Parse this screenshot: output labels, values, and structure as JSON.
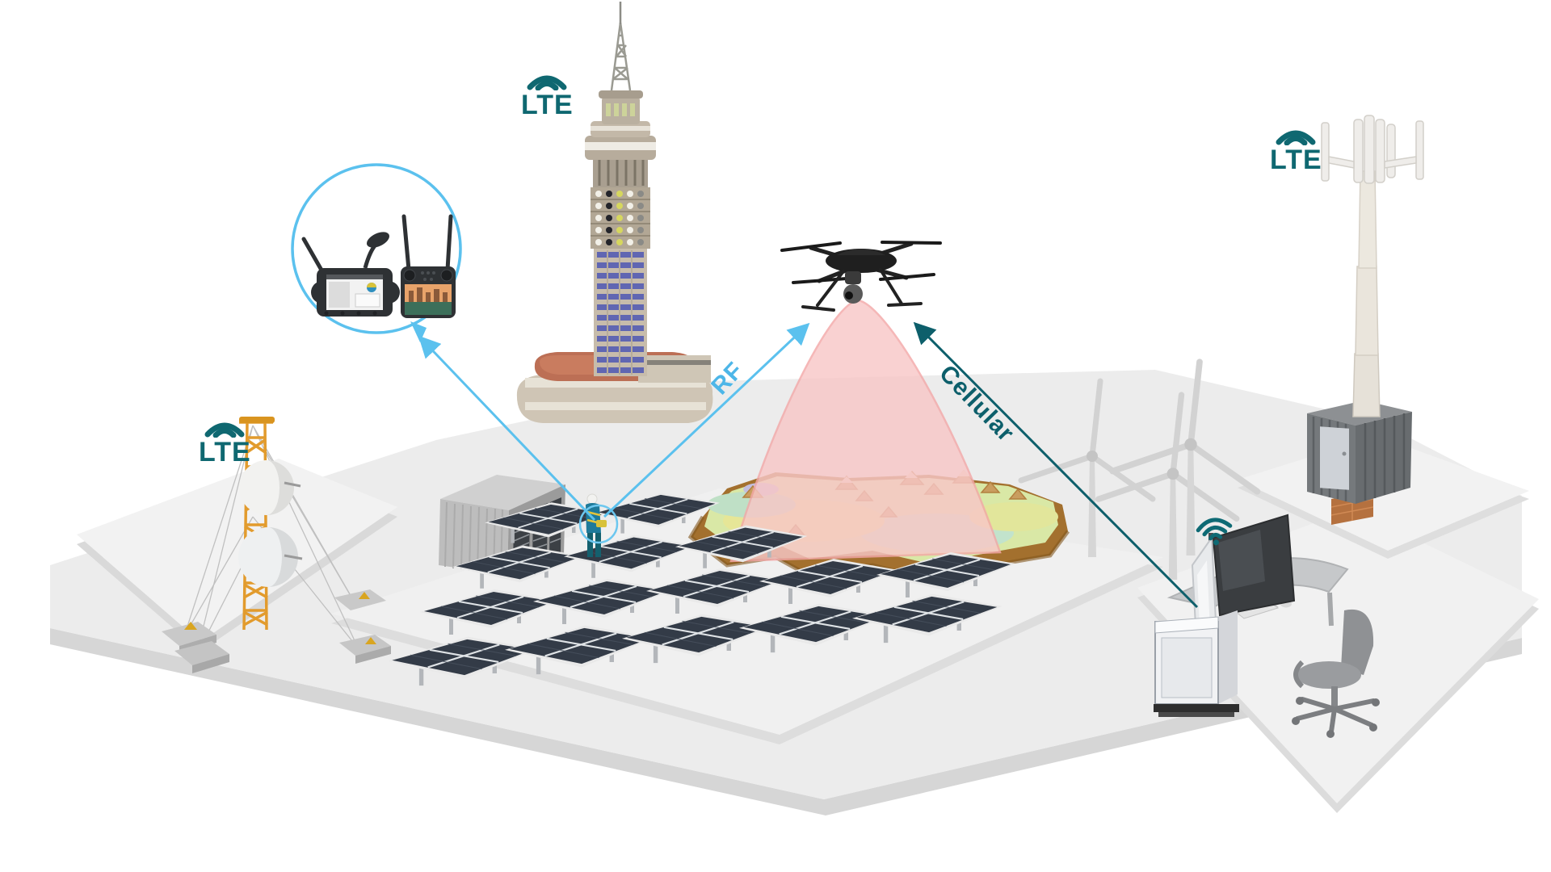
{
  "labels": {
    "lte_left": "LTE",
    "lte_tower": "LTE",
    "lte_right": "LTE",
    "rf_link": "RF",
    "cellular_link": "Cellular"
  },
  "icons": {
    "lte_badge_icon": "wifi-arcs-icon",
    "station_icon": "wifi-icon"
  },
  "colors": {
    "background": "#ffffff",
    "rf_blue": "#4db6e8",
    "link_line_blue": "#5bc1ee",
    "cellular_teal": "#0d5f6b",
    "lte_teal": "#0f6871",
    "scan_cone_pink": "#f8c7c7",
    "scan_cone_edge": "#f3a8a8",
    "solar_panel": "#333b47",
    "mast_orange": "#e29b2d",
    "tower_beige": "#c7bcab",
    "tower_windows": "#6066b2",
    "terrain_green": "#d9e8a6",
    "ground_gray": "#ececec"
  },
  "scene_objects": [
    "remote-controllers-inset",
    "field-operator",
    "equipment-container",
    "telecom-tower",
    "guyed-microwave-mast",
    "terrain-model",
    "survey-drone",
    "scan-cone",
    "solar-panel-array",
    "wind-turbines",
    "lte-cell-tower",
    "ground-control-desk",
    "office-chair"
  ]
}
